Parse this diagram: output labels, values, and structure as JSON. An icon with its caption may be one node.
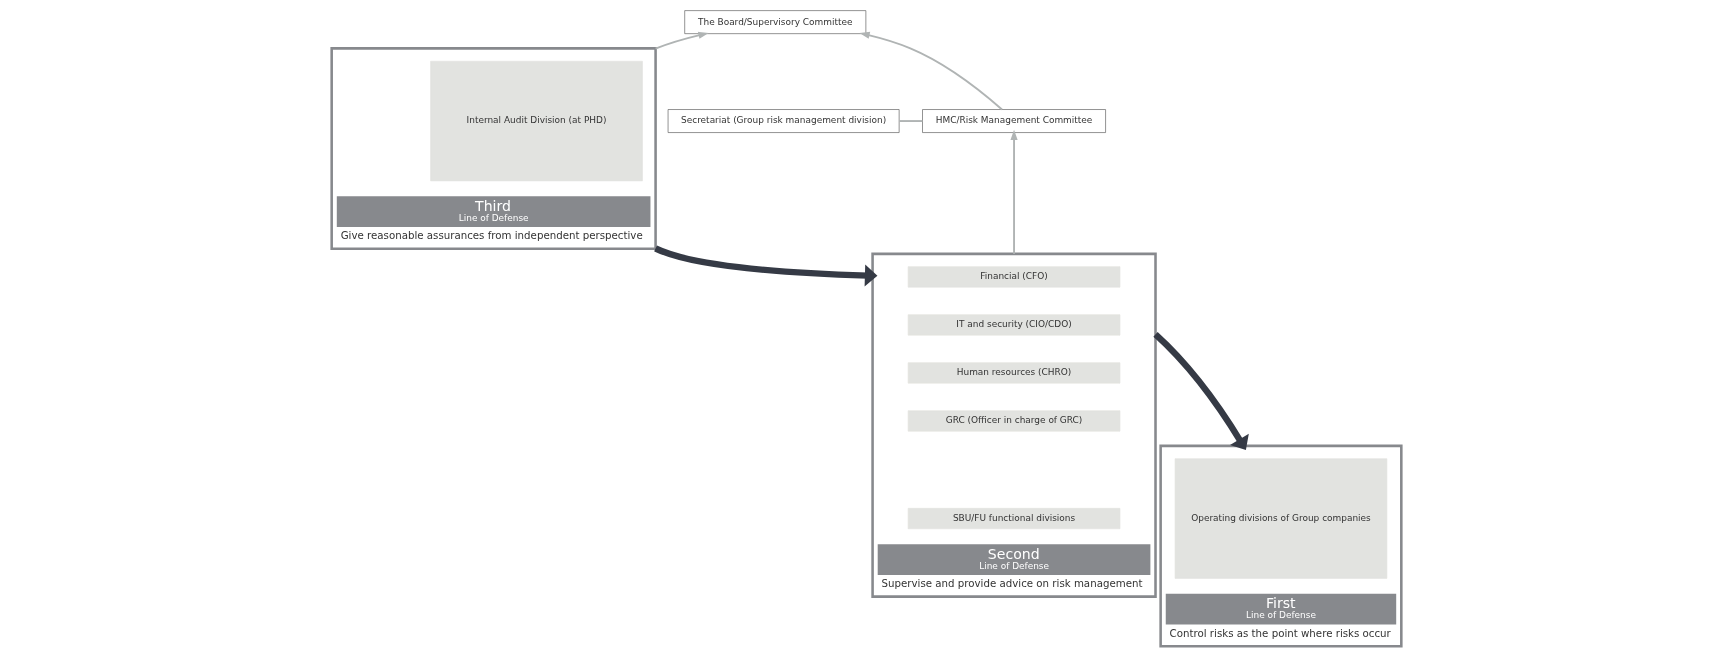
{
  "diagram": {
    "nodes": [
      {
        "text": [
          "The Board/Supervisory Committee"
        ]
      },
      {
        "text": [
          "Secretariat (Group risk management division)"
        ]
      },
      {
        "text": [
          "HMC/Risk Management Committee"
        ]
      },
      {
        "text": [
          "First",
          "Line of Defense",
          "Control risks as the point where risks occur"
        ]
      },
      {
        "text": [
          "Operating divisions of Group companies"
        ],
        "in": 3
      },
      {
        "text": [
          "Second",
          "Line of Defense",
          "Supervise and provide advice on risk management"
        ]
      },
      {
        "text": [
          "Financial (CFO)"
        ],
        "in": 5
      },
      {
        "text": [
          "IT and security (CIO/CDO)"
        ],
        "in": 5
      },
      {
        "text": [
          "Human resources (CHRO)"
        ],
        "in": 5
      },
      {
        "text": [
          "GRC (Officer in charge of GRC)"
        ],
        "in": 5
      },
      {
        "text": [
          "SBU/FU functional divisions"
        ],
        "in": 5
      },
      {
        "text": [
          "Third",
          "Line of Defense",
          "Give reasonable assurances from independent perspective"
        ]
      },
      {
        "text": [
          "Internal Audit Division (at PHD)"
        ],
        "in": 11
      }
    ],
    "edges": [
      {
        "from": 2,
        "to": 0,
        "arrow": "to"
      },
      {
        "from": 11,
        "to": 0,
        "arrow": "to"
      },
      {
        "from": 1,
        "to": 2,
        "arrow": "none"
      },
      {
        "from": 5,
        "to": 2,
        "arrow": "to"
      },
      {
        "from": 5,
        "to": 3,
        "arrow": "to",
        "style": "thick",
        "color": "#353a45"
      },
      {
        "from": 11,
        "to": 5,
        "arrow": "to",
        "style": "thick",
        "color": "#353a45"
      }
    ]
  }
}
